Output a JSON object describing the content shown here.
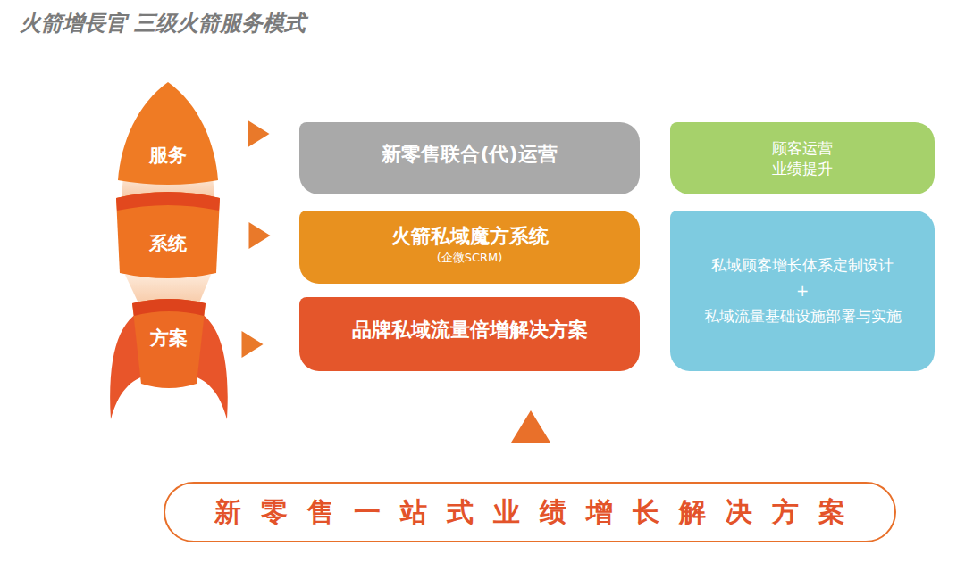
{
  "diagram": {
    "title": "火箭增長官 三级火箭服务模式",
    "nodes": [
      {
        "text": [
          "服务"
        ]
      },
      {
        "text": [
          "系统"
        ]
      },
      {
        "text": [
          "方案"
        ]
      },
      {
        "text": [
          "新零售联合(代)运营"
        ]
      },
      {
        "text": [
          "火箭私域魔方系统",
          "(企微SCRM)"
        ]
      },
      {
        "text": [
          "品牌私域流量倍增解决方案"
        ]
      },
      {
        "text": [
          "顾客运营 业绩提升"
        ]
      },
      {
        "text": [
          "私域顾客增长体系定制设计",
          "+",
          "私域流量基础设施部署与实施"
        ]
      },
      {
        "text": [
          "新零售一站式业绩增长解决方案"
        ]
      }
    ],
    "edges": [
      {
        "from": 0,
        "to": 3,
        "arrow": "to"
      },
      {
        "from": 1,
        "to": 4,
        "arrow": "to"
      },
      {
        "from": 2,
        "to": 5,
        "arrow": "to"
      },
      {
        "from": 8,
        "to": 5,
        "arrow": "to"
      }
    ]
  }
}
